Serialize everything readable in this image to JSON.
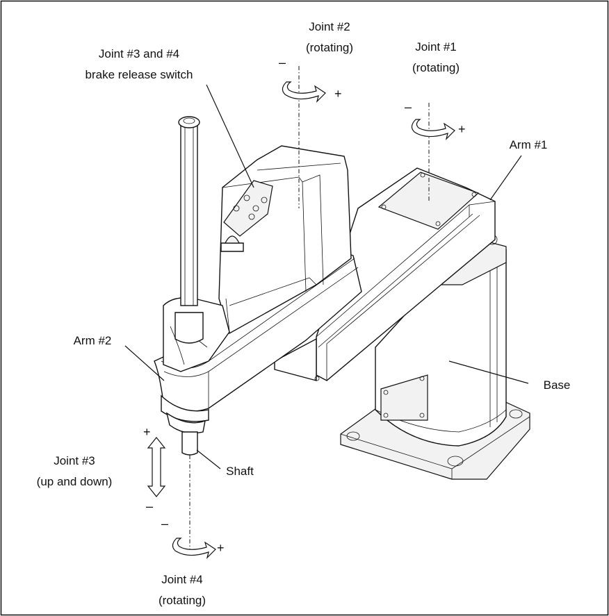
{
  "labels": {
    "joint2_title": "Joint #2",
    "joint2_sub": "(rotating)",
    "joint1_title": "Joint #1",
    "joint1_sub": "(rotating)",
    "brake_line1": "Joint #3 and #4",
    "brake_line2": "brake release switch",
    "arm1": "Arm #1",
    "arm2": "Arm #2",
    "base": "Base",
    "shaft": "Shaft",
    "joint3_title": "Joint #3",
    "joint3_sub": "(up and down)",
    "joint4_title": "Joint #4",
    "joint4_sub": "(rotating)"
  },
  "signs": {
    "minus": "–",
    "plus": "+"
  }
}
